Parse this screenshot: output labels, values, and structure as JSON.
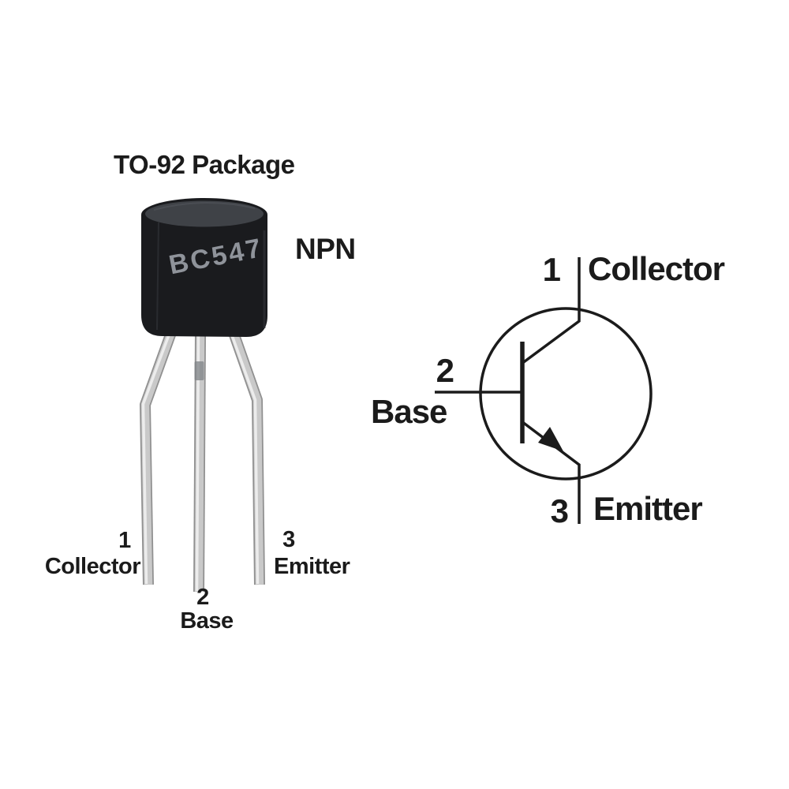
{
  "title": "TO-92 Package",
  "package": {
    "marking": "BC547",
    "type_label": "NPN",
    "body_color": "#1a1b1e",
    "top_color": "#3f4247",
    "marking_color": "#8f939a",
    "lead_color": "#c9c9c9"
  },
  "pinout": {
    "pins": [
      {
        "number": "1",
        "name": "Collector"
      },
      {
        "number": "2",
        "name": "Base"
      },
      {
        "number": "3",
        "name": "Emitter"
      }
    ]
  },
  "schematic": {
    "line_color": "#1b1b1b",
    "pins": [
      {
        "number": "1",
        "name": "Collector"
      },
      {
        "number": "2",
        "name": "Base"
      },
      {
        "number": "3",
        "name": "Emitter"
      }
    ]
  },
  "colors": {
    "background": "#ffffff",
    "text": "#1b1b1b"
  }
}
